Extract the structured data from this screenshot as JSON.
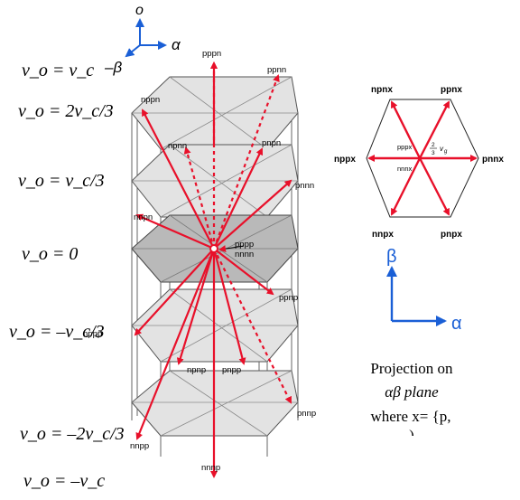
{
  "axes3d": {
    "o": "o",
    "alpha": "α",
    "beta": "–β"
  },
  "level_labels": [
    "v_o = v_c",
    "v_o = 2v_c/3",
    "v_o = v_c/3",
    "v_o = 0",
    "v_o = –v_c/3",
    "v_o = –2v_c/3",
    "v_o = –v_c"
  ],
  "vector_labels": {
    "pppn": "pppn",
    "ppnn": "ppnn",
    "nppn": "nppn",
    "npnn": "npnn",
    "pnpn": "pnpn",
    "pnnn": "pnnn",
    "nnpn": "nnpn",
    "pppp": "pppp",
    "nnnn": "nnnn",
    "ppnp": "ppnp",
    "nppp": "nppp",
    "npnp": "npnp",
    "pnpp": "pnpp",
    "pnnp": "pnnp",
    "nnpp": "nnpp",
    "nnnp": "nnnp"
  },
  "projection": {
    "vertex_labels": {
      "npnx": "npnx",
      "ppnx": "ppnx",
      "nppx": "nppx",
      "pnnx": "pnnx",
      "nnpx": "nnpx",
      "pnpx": "pnpx"
    },
    "center_top": "pppx",
    "center_bottom": "nnnx",
    "magnitude_num": "2",
    "magnitude_den": "3",
    "magnitude_var": "v",
    "magnitude_sub": "g"
  },
  "axes2d": {
    "beta": "β",
    "alpha": "α",
    "color": "#1a5fd6"
  },
  "caption": [
    "Projection on",
    "αβ  plane",
    "where x= {p,",
    ")"
  ],
  "colors": {
    "vector": "#e8102a",
    "hex_fill": "#e3e3e3",
    "hex_fill_mid": "#b9b9b9",
    "edge": "#555555"
  }
}
